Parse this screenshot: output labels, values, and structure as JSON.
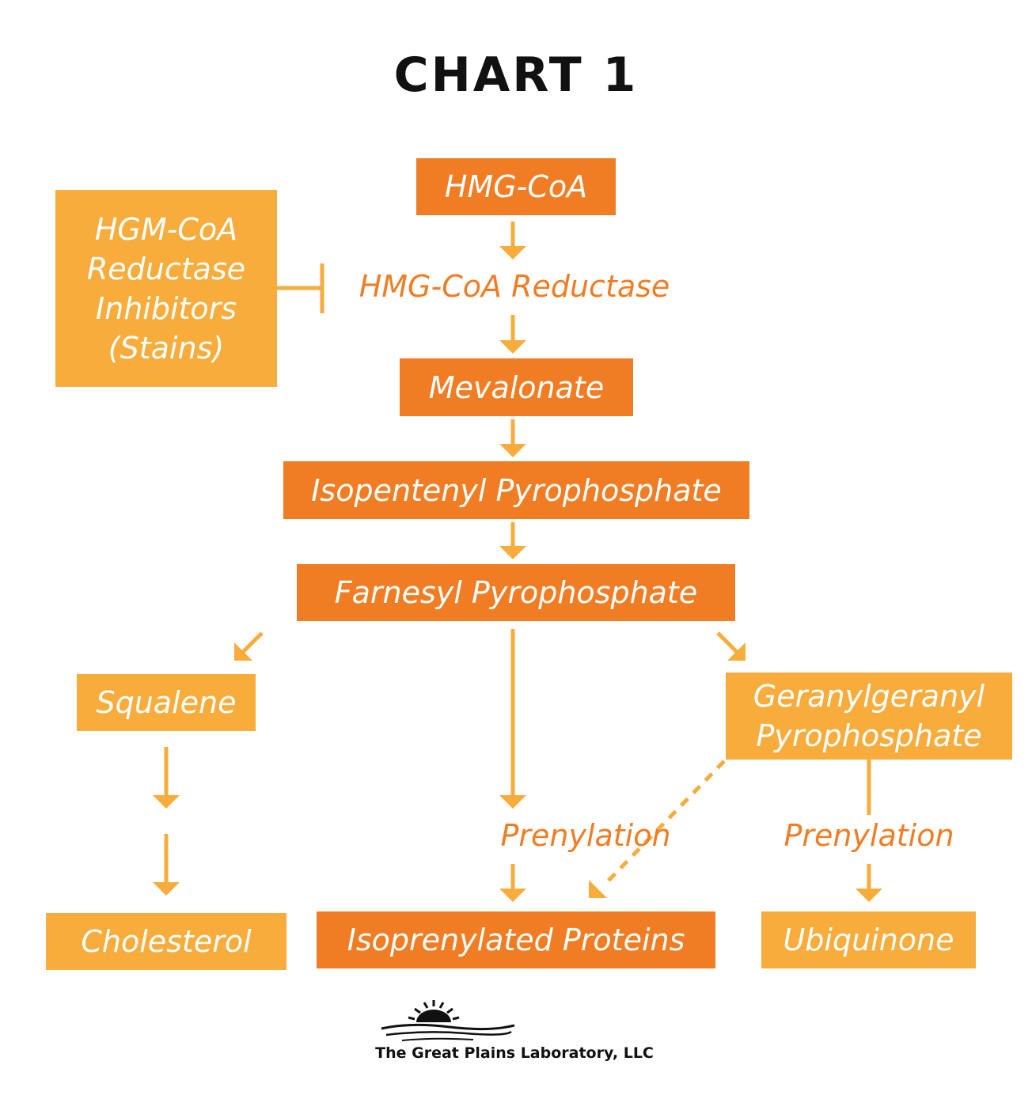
{
  "title": "CHART 1",
  "colors": {
    "dark_orange": "#f07d23",
    "light_orange": "#f7ac3c",
    "arrow": "#f7ac3c",
    "title": "#111111"
  },
  "nodes": {
    "hmg_coa": "HMG-CoA",
    "inhibitors": [
      "HGM-CoA",
      "Reductase",
      "Inhibitors",
      "(Stains)"
    ],
    "reductase": "HMG-CoA Reductase",
    "mevalonate": "Mevalonate",
    "isopentenyl": "Isopentenyl Pyrophosphate",
    "farnesyl": "Farnesyl Pyrophosphate",
    "squalene": "Squalene",
    "geranylgeranyl": [
      "Geranylgeranyl",
      "Pyrophosphate"
    ],
    "prenylation_center": "Prenylation",
    "prenylation_right": "Prenylation",
    "cholesterol": "Cholesterol",
    "isoprenylated": "Isoprenylated Proteins",
    "ubiquinone": "Ubiquinone"
  },
  "footer": {
    "company": "The Great Plains Laboratory, LLC",
    "logo_icon": "sun-over-water-logo"
  }
}
